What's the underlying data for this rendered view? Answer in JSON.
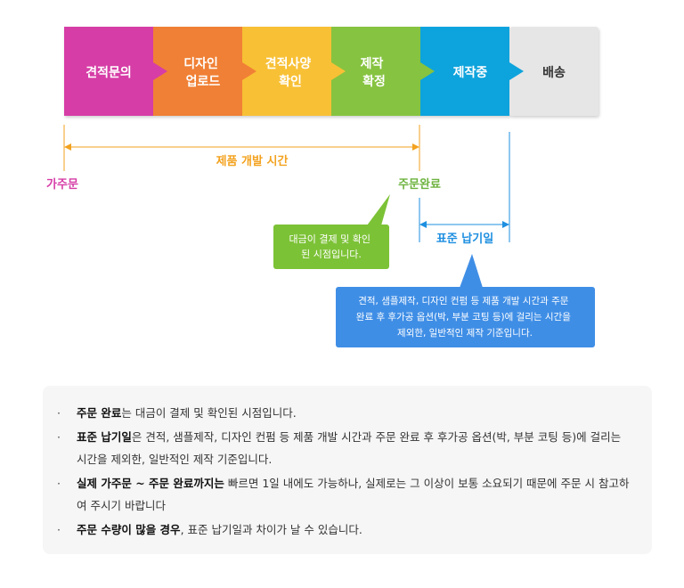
{
  "steps": [
    {
      "lines": [
        "견적문의"
      ],
      "color": "#d63ca6"
    },
    {
      "lines": [
        "디자인",
        "업로드"
      ],
      "color": "#f08036"
    },
    {
      "lines": [
        "견적사양",
        "확인"
      ],
      "color": "#f8c034"
    },
    {
      "lines": [
        "제작",
        "확정"
      ],
      "color": "#86c340"
    },
    {
      "lines": [
        "제작중"
      ],
      "color": "#0aa3dc"
    },
    {
      "lines": [
        "배송"
      ],
      "color": "#e6e6e6",
      "text_color": "#333333"
    }
  ],
  "timeline": {
    "dev_time_label": "제품 개발 시간",
    "pre_order_label": "가주문",
    "order_complete_label": "주문완료",
    "std_delivery_label": "표준 납기일",
    "colors": {
      "dev": "#f3a21f",
      "pre_order": "#d63ca6",
      "std": "#1e8fe0",
      "callout_green": "#7cc236",
      "callout_blue": "#3f8ee6"
    }
  },
  "callouts": {
    "green": [
      "대금이 결제 및 확인",
      "된 시점입니다."
    ],
    "blue": [
      "견적, 샘플제작, 디자인 컨펌 등 제품 개발 시간과 주문",
      "완료 후 후가공 옵션(박, 부분 코팅 등)에 걸리는 시간을",
      "제외한, 일반적인 제작 기준입니다."
    ]
  },
  "notes": {
    "bullet": "·",
    "items": [
      {
        "bold": "주문 완료",
        "rest": "는 대금이 결제 및 확인된 시점입니다."
      },
      {
        "bold": "표준 납기일",
        "rest": "은 견적, 샘플제작, 디자인 컨펌 등 제품 개발 시간과 주문 완료 후 후가공 옵션(박, 부분 코팅 등)에 걸리는 시간을 제외한, 일반적인 제작 기준입니다."
      },
      {
        "bold": "실제 가주문 ~ 주문 완료까지는",
        "rest": " 빠르면 1일 내에도 가능하나, 실제로는 그 이상이 보통 소요되기 때문에 주문 시 참고하여 주시기 바랍니다"
      },
      {
        "bold": "주문 수량이 많을 경우",
        "rest": ", 표준 납기일과 차이가 날 수 있습니다."
      }
    ]
  }
}
